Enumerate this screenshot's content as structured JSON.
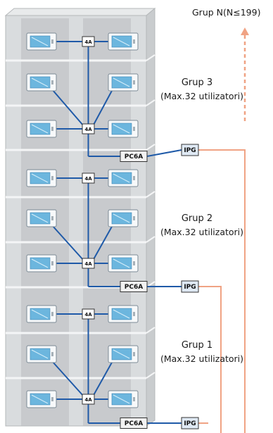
{
  "top_label": "Grup N(N≤199)",
  "groups": [
    {
      "title": "Grup 3",
      "subtitle": "(Max.32 utilizatori)"
    },
    {
      "title": "Grup 2",
      "subtitle": "(Max.32 utilizatori)"
    },
    {
      "title": "Grup 1",
      "subtitle": "(Max.32 utilizatori)"
    }
  ],
  "devices": {
    "distributor": "4A",
    "controller": "PC6A",
    "gateway": "IPG"
  },
  "colors": {
    "cable_blue": "#1f5aa8",
    "uplink_orange": "#f0a384",
    "building_gray": "#d9dcde",
    "room_gray": "#b9bcbf"
  }
}
